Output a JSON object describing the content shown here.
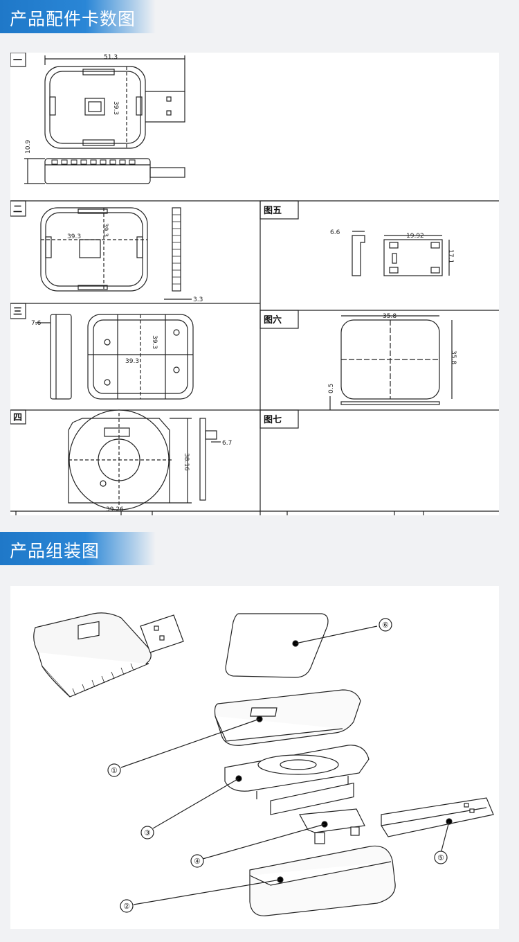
{
  "section1": {
    "title": "产品配件卡数图"
  },
  "section2": {
    "title": "产品组装图"
  },
  "drawing": {
    "views": {
      "v1": {
        "label": "一",
        "dim_w": "51.3",
        "dim_h": "39.3",
        "dim_t": "10.9"
      },
      "v2": {
        "label": "二",
        "dim_w": "39.3",
        "dim_h": "39.3",
        "dim_t": "3.3"
      },
      "v3": {
        "label": "三",
        "dim_t": "7.6",
        "dim_h": "39.3",
        "dim_w": "39.3"
      },
      "v4": {
        "label": "四",
        "dim_t": "6.7",
        "dim_h": "38.16",
        "dim_w": "39.26"
      },
      "v5": {
        "label": "图五",
        "dim_a": "6.6",
        "dim_b": "19.92",
        "dim_c": "17.1"
      },
      "v6": {
        "label": "图六",
        "dim_a": "35.8",
        "dim_b": "35.8",
        "dim_c": "0.5"
      },
      "v7": {
        "label": "图七"
      }
    }
  },
  "assembly": {
    "callouts": [
      "①",
      "②",
      "③",
      "④",
      "⑤",
      "⑥"
    ]
  }
}
